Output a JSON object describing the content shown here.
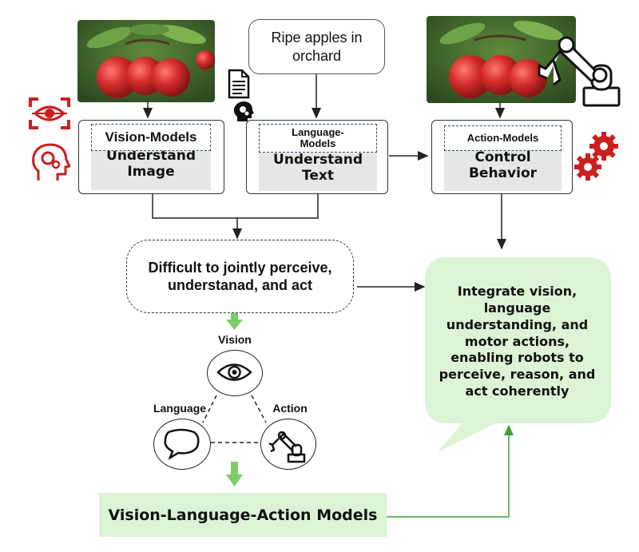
{
  "prompt_text": "Ripe apples in orchard",
  "vision_box": {
    "model_label": "Vision-Models",
    "description": "Understand Image"
  },
  "language_box": {
    "model_label": "Language-Models",
    "description": "Understand Text"
  },
  "action_box": {
    "model_label": "Action-Models",
    "description": "Control Behavior"
  },
  "difficult_text": "Difficult to jointly perceive, understanad, and act",
  "integrate_text": "Integrate vision, language understanding, and motor actions, enabling robots to perceive, reason, and act coherently",
  "triad": {
    "vision_label": "Vision",
    "language_label": "Language",
    "action_label": "Action"
  },
  "vla_title": "Vision-Language-Action Models",
  "colors": {
    "accent_red": "#cc1f1f",
    "green_arrow": "#7ccd6a",
    "green_fill": "#dcf3d6",
    "green_line": "#3aa33a",
    "bubble": "#dcf3d6"
  },
  "icons": [
    "eye-scan-icon",
    "head-gears-icon",
    "document-icon",
    "head-gear-icon",
    "robot-arm-icon",
    "gears-icon",
    "eye-icon",
    "speech-bubble-icon",
    "robot-arm-small-icon"
  ]
}
